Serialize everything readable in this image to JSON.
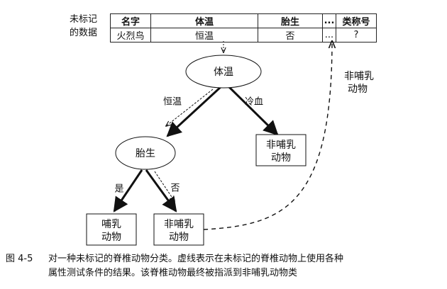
{
  "record": {
    "row_label_1": "未标记",
    "row_label_2": "的数据",
    "headers": [
      "名字",
      "体温",
      "胎生",
      "...",
      "类称号"
    ],
    "values": [
      "火烈鸟",
      "恒温",
      "否",
      "...",
      "?"
    ]
  },
  "tree": {
    "root": "体温",
    "edge_warm": "恒温",
    "edge_cold": "冷血",
    "cold_leaf_line1": "非哺乳",
    "cold_leaf_line2": "动物",
    "child": "胎生",
    "edge_yes": "是",
    "edge_no": "否",
    "yes_leaf_line1": "哺乳",
    "yes_leaf_line2": "动物",
    "no_leaf_line1": "非哺乳",
    "no_leaf_line2": "动物"
  },
  "result_label_line1": "非哺乳",
  "result_label_line2": "动物",
  "caption": {
    "figure_number": "图 4-5",
    "line1": "对一种未标记的脊椎动物分类。虚线表示在未标记的脊椎动物上使用各种",
    "line2": "属性测试条件的结果。该脊椎动物最终被指派到非哺乳动物类"
  }
}
